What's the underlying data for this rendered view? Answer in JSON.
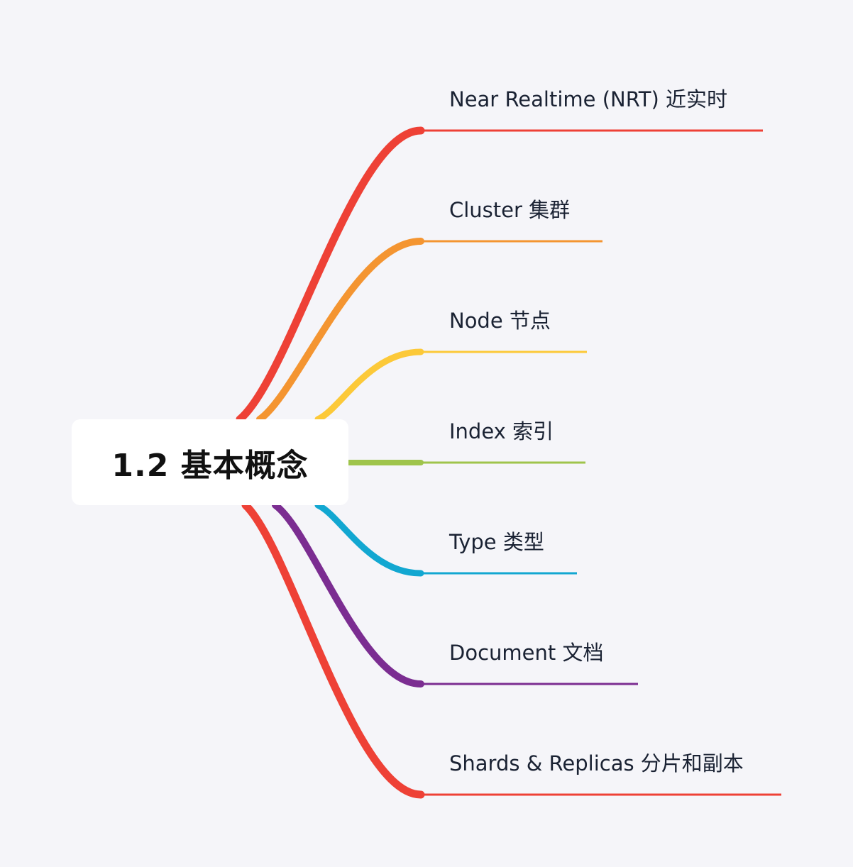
{
  "root": {
    "title": "1.2 基本概念"
  },
  "branches": [
    {
      "label": "Near Realtime (NRT) 近实时",
      "color": "#ee4136"
    },
    {
      "label": "Cluster 集群",
      "color": "#f49531"
    },
    {
      "label": "Node 节点",
      "color": "#fcc939"
    },
    {
      "label": "Index 索引",
      "color": "#9fc44c"
    },
    {
      "label": "Type 类型",
      "color": "#12a7d1"
    },
    {
      "label": "Document 文档",
      "color": "#7b2d91"
    },
    {
      "label": "Shards & Replicas 分片和副本",
      "color": "#ee4136"
    }
  ]
}
